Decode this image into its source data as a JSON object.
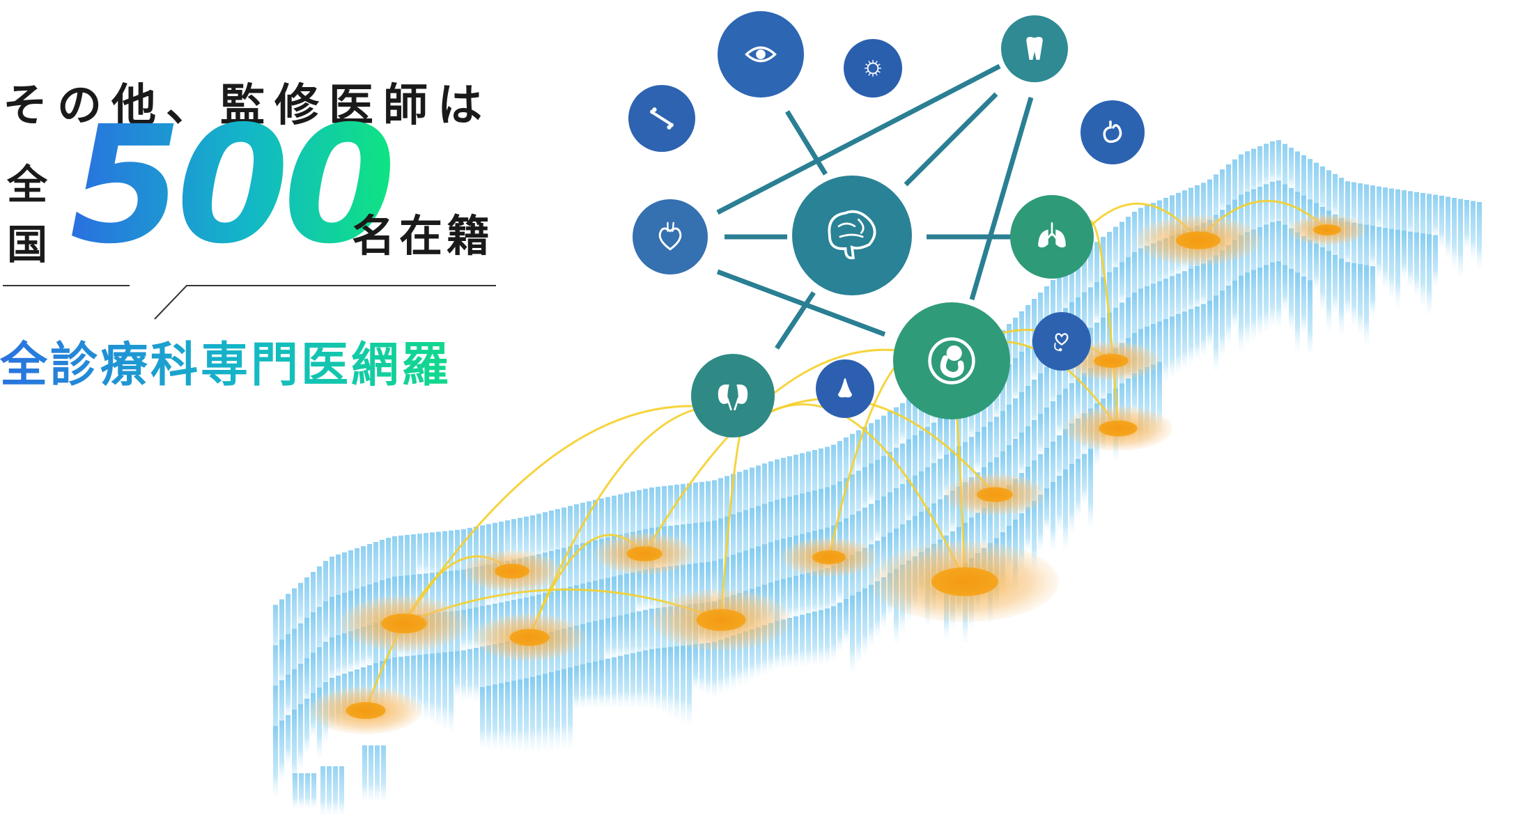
{
  "headline": {
    "line1": "その他、監修医師は",
    "prefix": "全国",
    "number": "500",
    "suffix": "名在籍",
    "subline": "全診療科専門医網羅"
  },
  "colors": {
    "map": "#a9dcf5",
    "hotspot": "#f19a1a",
    "connection": "#f5cf2a",
    "network_line": "#2a7f93"
  },
  "specialties": [
    {
      "name": "eye-icon",
      "color": "#2d66b3"
    },
    {
      "name": "virus-icon",
      "color": "#2a5fae"
    },
    {
      "name": "tooth-icon",
      "color": "#2f8a93"
    },
    {
      "name": "bone-icon",
      "color": "#2d63b0"
    },
    {
      "name": "stomach-icon",
      "color": "#2b63b1"
    },
    {
      "name": "heart-icon",
      "color": "#3570b0"
    },
    {
      "name": "brain-icon",
      "color": "#2a8296"
    },
    {
      "name": "lungs-icon",
      "color": "#2e9a78"
    },
    {
      "name": "stethoscope-heart-icon",
      "color": "#2d62b0"
    },
    {
      "name": "fetus-icon",
      "color": "#2f9b79"
    },
    {
      "name": "kidney-icon",
      "color": "#2f8a86"
    },
    {
      "name": "nose-icon",
      "color": "#2c5fb0"
    }
  ]
}
